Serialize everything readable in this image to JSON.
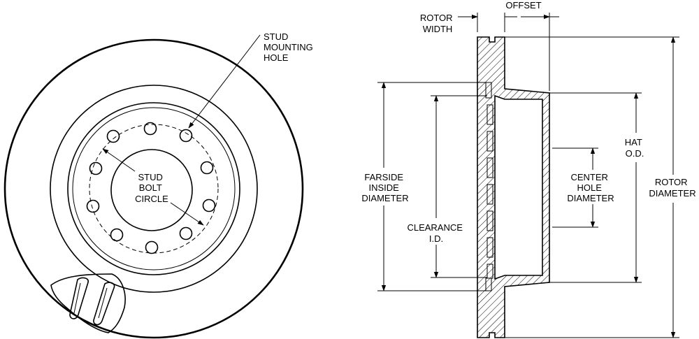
{
  "front_view": {
    "stud_mounting_hole": [
      "STUD",
      "MOUNTING",
      "HOLE"
    ],
    "stud_bolt_circle": [
      "STUD",
      "BOLT",
      "CIRCLE"
    ]
  },
  "section_view": {
    "rotor_width": [
      "ROTOR",
      "WIDTH"
    ],
    "offset": [
      "OFFSET"
    ],
    "hat_od": [
      "HAT",
      "O.D."
    ],
    "rotor_diameter": [
      "ROTOR",
      "DIAMETER"
    ],
    "farside_inside_diameter": [
      "FARSIDE",
      "INSIDE",
      "DIAMETER"
    ],
    "center_hole_diameter": [
      "CENTER",
      "HOLE",
      "DIAMETER"
    ],
    "clearance_id": [
      "CLEARANCE",
      "I.D."
    ]
  }
}
